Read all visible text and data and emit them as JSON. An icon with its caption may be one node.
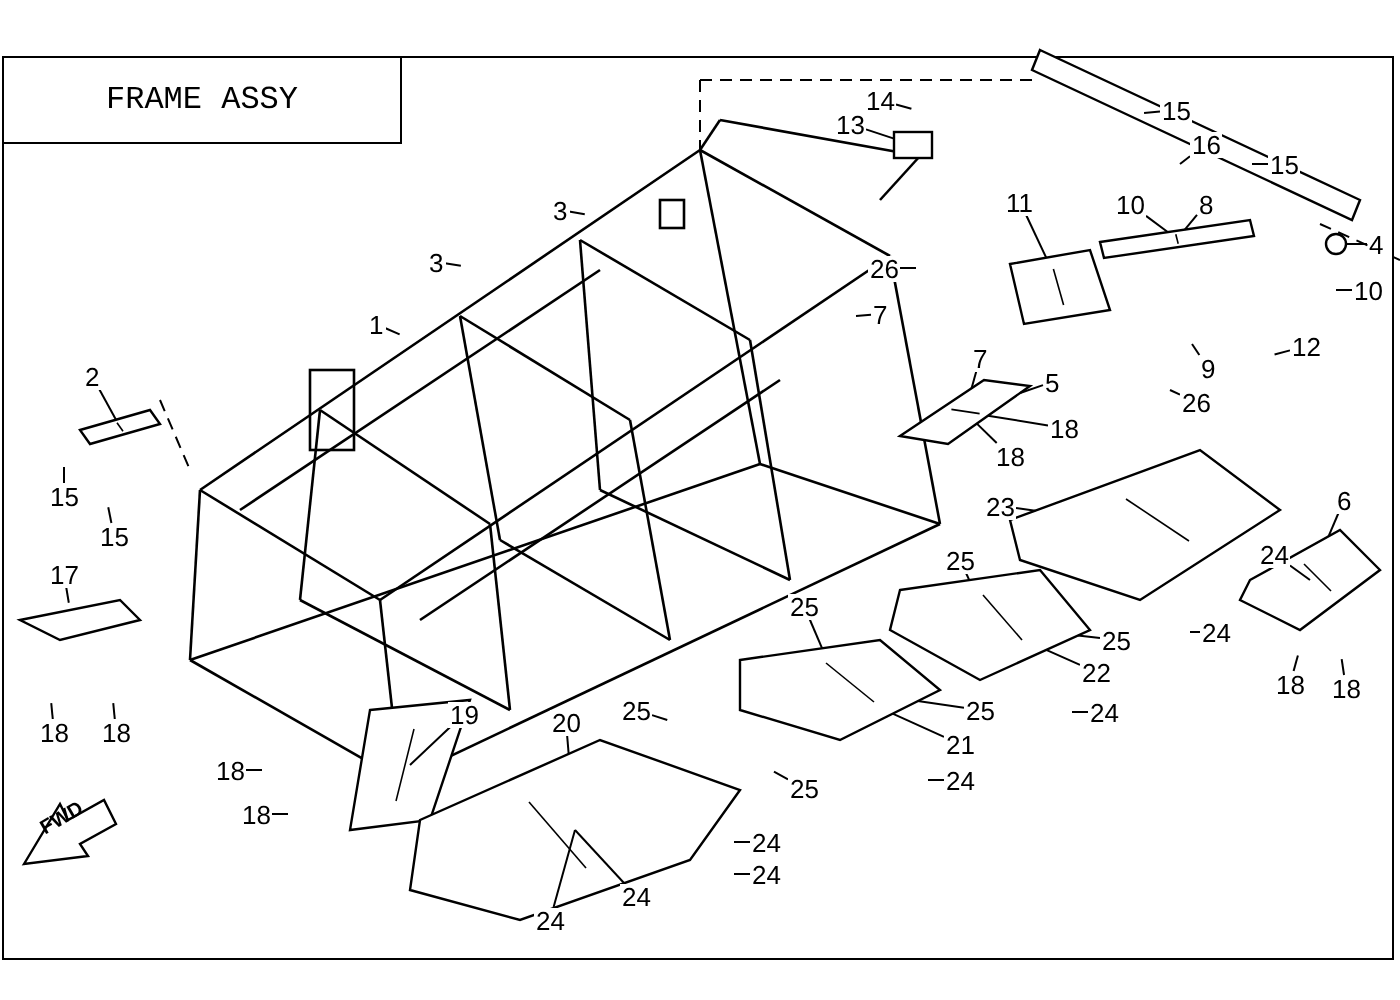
{
  "diagram": {
    "title": "FRAME ASSY",
    "nodes": [
      {
        "text": [
          "14"
        ]
      },
      {
        "text": [
          "13"
        ]
      },
      {
        "text": [
          "15"
        ]
      },
      {
        "text": [
          "16"
        ]
      },
      {
        "text": [
          "15"
        ]
      },
      {
        "text": [
          "3"
        ]
      },
      {
        "text": [
          "11"
        ]
      },
      {
        "text": [
          "10"
        ]
      },
      {
        "text": [
          "8"
        ]
      },
      {
        "text": [
          "4"
        ]
      },
      {
        "text": [
          "3"
        ]
      },
      {
        "text": [
          "26"
        ]
      },
      {
        "text": [
          "10"
        ]
      },
      {
        "text": [
          "1"
        ]
      },
      {
        "text": [
          "7"
        ]
      },
      {
        "text": [
          "12"
        ]
      },
      {
        "text": [
          "7"
        ]
      },
      {
        "text": [
          "2"
        ]
      },
      {
        "text": [
          "9"
        ]
      },
      {
        "text": [
          "5"
        ]
      },
      {
        "text": [
          "26"
        ]
      },
      {
        "text": [
          "18"
        ]
      },
      {
        "text": [
          "18"
        ]
      },
      {
        "text": [
          "15"
        ]
      },
      {
        "text": [
          "23"
        ]
      },
      {
        "text": [
          "6"
        ]
      },
      {
        "text": [
          "15"
        ]
      },
      {
        "text": [
          "24"
        ]
      },
      {
        "text": [
          "25"
        ]
      },
      {
        "text": [
          "17"
        ]
      },
      {
        "text": [
          "24"
        ]
      },
      {
        "text": [
          "25"
        ]
      },
      {
        "text": [
          "25"
        ]
      },
      {
        "text": [
          "22"
        ]
      },
      {
        "text": [
          "18"
        ]
      },
      {
        "text": [
          "18"
        ]
      },
      {
        "text": [
          "25"
        ]
      },
      {
        "text": [
          "24"
        ]
      },
      {
        "text": [
          "25"
        ]
      },
      {
        "text": [
          "19"
        ]
      },
      {
        "text": [
          "20"
        ]
      },
      {
        "text": [
          "18"
        ]
      },
      {
        "text": [
          "18"
        ]
      },
      {
        "text": [
          "21"
        ]
      },
      {
        "text": [
          "18"
        ]
      },
      {
        "text": [
          "24"
        ]
      },
      {
        "text": [
          "25"
        ]
      },
      {
        "text": [
          "18"
        ]
      },
      {
        "text": [
          "24"
        ]
      },
      {
        "text": [
          "24"
        ]
      },
      {
        "text": [
          "24"
        ]
      },
      {
        "text": [
          "24"
        ]
      },
      {
        "text": [],
        "shape": "box"
      },
      {
        "text": [],
        "shape": "picture"
      },
      {
        "text": [],
        "shape": "picture"
      },
      {
        "text": [],
        "shape": "circle"
      },
      {
        "text": [],
        "shape": "picture"
      },
      {
        "text": [],
        "shape": "picture"
      },
      {
        "text": [],
        "shape": "picture"
      },
      {
        "text": [],
        "shape": "picture"
      },
      {
        "text": [],
        "shape": "picture"
      },
      {
        "text": [],
        "shape": "picture"
      },
      {
        "text": [],
        "shape": "picture"
      },
      {
        "text": [],
        "shape": "picture"
      }
    ],
    "edges": [
      {
        "from": 0,
        "to": null,
        "arrow": "none"
      },
      {
        "from": 1,
        "to": 52,
        "arrow": "none"
      },
      {
        "from": 2,
        "to": null,
        "arrow": "none"
      },
      {
        "from": 3,
        "to": null,
        "arrow": "none"
      },
      {
        "from": 4,
        "to": null,
        "arrow": "none"
      },
      {
        "from": 5,
        "to": null,
        "arrow": "none"
      },
      {
        "from": 6,
        "to": 53,
        "arrow": "none"
      },
      {
        "from": 7,
        "to": 54,
        "arrow": "none"
      },
      {
        "from": 8,
        "to": 54,
        "arrow": "none"
      },
      {
        "from": 9,
        "to": 55,
        "arrow": "none"
      },
      {
        "from": 10,
        "to": null,
        "arrow": "none"
      },
      {
        "from": 11,
        "to": null,
        "arrow": "none"
      },
      {
        "from": 12,
        "to": null,
        "arrow": "none"
      },
      {
        "from": 13,
        "to": null,
        "arrow": "none"
      },
      {
        "from": 14,
        "to": null,
        "arrow": "none"
      },
      {
        "from": 15,
        "to": null,
        "arrow": "none"
      },
      {
        "from": 16,
        "to": 56,
        "arrow": "none"
      },
      {
        "from": 17,
        "to": 57,
        "arrow": "none"
      },
      {
        "from": 18,
        "to": null,
        "arrow": "none"
      },
      {
        "from": 19,
        "to": 56,
        "arrow": "none"
      },
      {
        "from": 20,
        "to": null,
        "arrow": "none"
      },
      {
        "from": 21,
        "to": 56,
        "arrow": "none"
      },
      {
        "from": 22,
        "to": 56,
        "arrow": "none"
      },
      {
        "from": 23,
        "to": null,
        "arrow": "none"
      },
      {
        "from": 24,
        "to": 62,
        "arrow": "none"
      },
      {
        "from": 25,
        "to": 63,
        "arrow": "none"
      },
      {
        "from": 26,
        "to": null,
        "arrow": "none"
      },
      {
        "from": 27,
        "to": 63,
        "arrow": "none"
      },
      {
        "from": 28,
        "to": 61,
        "arrow": "none"
      },
      {
        "from": 29,
        "to": null,
        "arrow": "none"
      },
      {
        "from": 30,
        "to": null,
        "arrow": "none"
      },
      {
        "from": 31,
        "to": 60,
        "arrow": "none"
      },
      {
        "from": 32,
        "to": 61,
        "arrow": "none"
      },
      {
        "from": 33,
        "to": 61,
        "arrow": "none"
      },
      {
        "from": 34,
        "to": null,
        "arrow": "none"
      },
      {
        "from": 35,
        "to": null,
        "arrow": "none"
      },
      {
        "from": 36,
        "to": 60,
        "arrow": "none"
      },
      {
        "from": 37,
        "to": null,
        "arrow": "none"
      },
      {
        "from": 38,
        "to": null,
        "arrow": "none"
      },
      {
        "from": 39,
        "to": 58,
        "arrow": "none"
      },
      {
        "from": 40,
        "to": 59,
        "arrow": "none"
      },
      {
        "from": 41,
        "to": null,
        "arrow": "none"
      },
      {
        "from": 42,
        "to": null,
        "arrow": "none"
      },
      {
        "from": 43,
        "to": 60,
        "arrow": "none"
      },
      {
        "from": 44,
        "to": null,
        "arrow": "none"
      },
      {
        "from": 45,
        "to": null,
        "arrow": "none"
      },
      {
        "from": 46,
        "to": null,
        "arrow": "none"
      },
      {
        "from": 47,
        "to": null,
        "arrow": "none"
      },
      {
        "from": 48,
        "to": null,
        "arrow": "none"
      },
      {
        "from": 49,
        "to": null,
        "arrow": "none"
      },
      {
        "from": 50,
        "to": 59,
        "arrow": "none"
      },
      {
        "from": 51,
        "to": 59,
        "arrow": "none"
      }
    ],
    "labels": [
      "FWD"
    ]
  }
}
